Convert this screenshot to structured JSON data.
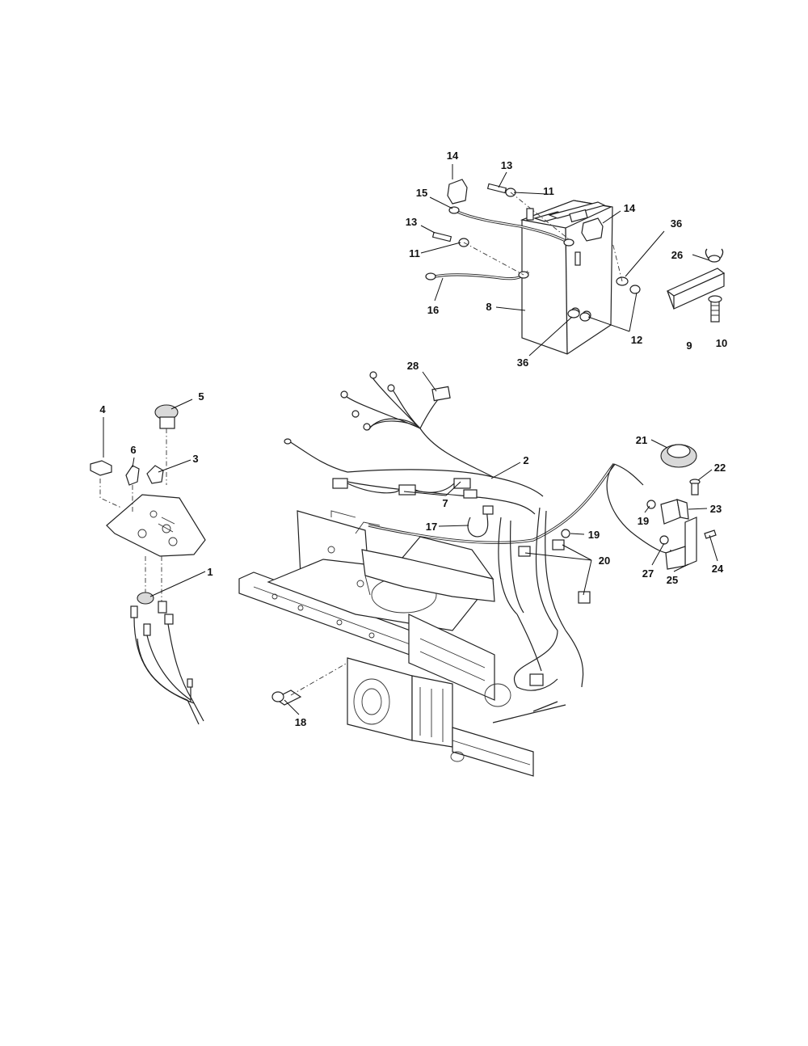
{
  "callouts": [
    {
      "id": "c1",
      "label": "1"
    },
    {
      "id": "c2",
      "label": "2"
    },
    {
      "id": "c3",
      "label": "3"
    },
    {
      "id": "c4",
      "label": "4"
    },
    {
      "id": "c5",
      "label": "5"
    },
    {
      "id": "c6",
      "label": "6"
    },
    {
      "id": "c7",
      "label": "7"
    },
    {
      "id": "c8",
      "label": "8"
    },
    {
      "id": "c9",
      "label": "9"
    },
    {
      "id": "c10",
      "label": "10"
    },
    {
      "id": "c11a",
      "label": "11"
    },
    {
      "id": "c11b",
      "label": "11"
    },
    {
      "id": "c12",
      "label": "12"
    },
    {
      "id": "c13a",
      "label": "13"
    },
    {
      "id": "c13b",
      "label": "13"
    },
    {
      "id": "c14a",
      "label": "14"
    },
    {
      "id": "c14b",
      "label": "14"
    },
    {
      "id": "c15",
      "label": "15"
    },
    {
      "id": "c16",
      "label": "16"
    },
    {
      "id": "c17",
      "label": "17"
    },
    {
      "id": "c18",
      "label": "18"
    },
    {
      "id": "c19a",
      "label": "19"
    },
    {
      "id": "c19b",
      "label": "19"
    },
    {
      "id": "c20",
      "label": "20"
    },
    {
      "id": "c21",
      "label": "21"
    },
    {
      "id": "c22",
      "label": "22"
    },
    {
      "id": "c23",
      "label": "23"
    },
    {
      "id": "c24",
      "label": "24"
    },
    {
      "id": "c25",
      "label": "25"
    },
    {
      "id": "c26",
      "label": "26"
    },
    {
      "id": "c27",
      "label": "27"
    },
    {
      "id": "c28",
      "label": "28"
    },
    {
      "id": "c36a",
      "label": "36"
    },
    {
      "id": "c36b",
      "label": "36"
    }
  ]
}
